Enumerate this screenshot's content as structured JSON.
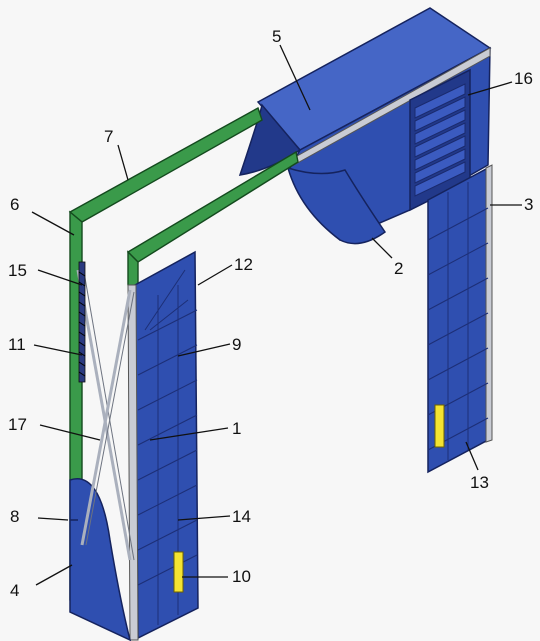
{
  "diagram": {
    "labels": [
      {
        "id": "1",
        "text": "1"
      },
      {
        "id": "2",
        "text": "2"
      },
      {
        "id": "3",
        "text": "3"
      },
      {
        "id": "4",
        "text": "4"
      },
      {
        "id": "5",
        "text": "5"
      },
      {
        "id": "6",
        "text": "6"
      },
      {
        "id": "7",
        "text": "7"
      },
      {
        "id": "8",
        "text": "8"
      },
      {
        "id": "9",
        "text": "9"
      },
      {
        "id": "10",
        "text": "10"
      },
      {
        "id": "11",
        "text": "11"
      },
      {
        "id": "12",
        "text": "12"
      },
      {
        "id": "13",
        "text": "13"
      },
      {
        "id": "14",
        "text": "14"
      },
      {
        "id": "15",
        "text": "15"
      },
      {
        "id": "16",
        "text": "16"
      },
      {
        "id": "17",
        "text": "17"
      }
    ],
    "colors": {
      "panel_blue": "#2f4fb0",
      "frame_green": "#3a9a4a",
      "warning_yellow": "#f4e332",
      "edge_grey": "#c9ccd4"
    }
  }
}
